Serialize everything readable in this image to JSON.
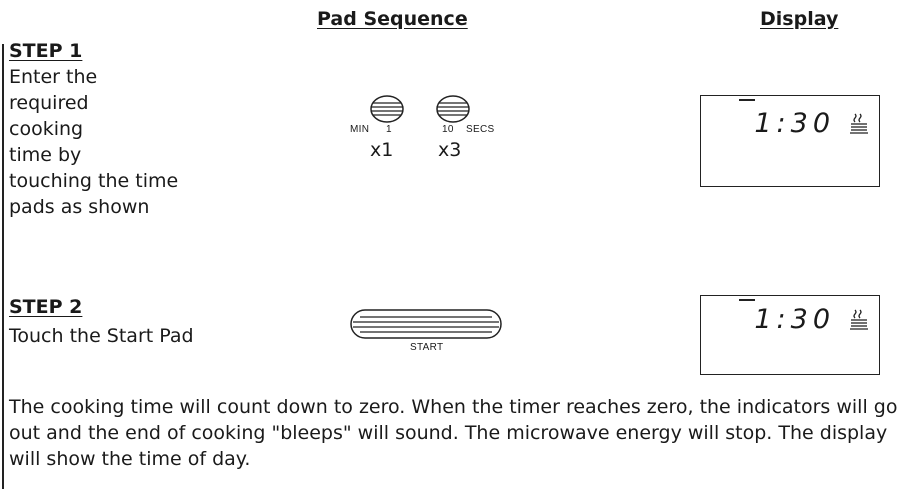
{
  "headers": {
    "pad_sequence": "Pad Sequence",
    "display": "Display"
  },
  "step1": {
    "title": "STEP 1",
    "text": "Enter the\nrequired\ncooking\ntime by\ntouching the time\npads as shown",
    "pad_labels": {
      "min": "MIN",
      "one": "1",
      "ten": "10",
      "secs": "SECS"
    },
    "count_min": "x1",
    "count_secs": "x3",
    "display_time": "1:30"
  },
  "step2": {
    "title": "STEP 2",
    "text": "Touch the Start Pad",
    "pad_label": "START",
    "display_time": "1:30"
  },
  "footer": "The cooking time will count down to zero. When the timer reaches zero, the indicators will go out and the end of cooking \"bleeps\" will sound. The microwave energy will stop. The display will show the time of day.",
  "icons": {
    "cooking_indicator": "heat-waves-icon",
    "pad": "touch-pad-icon"
  }
}
